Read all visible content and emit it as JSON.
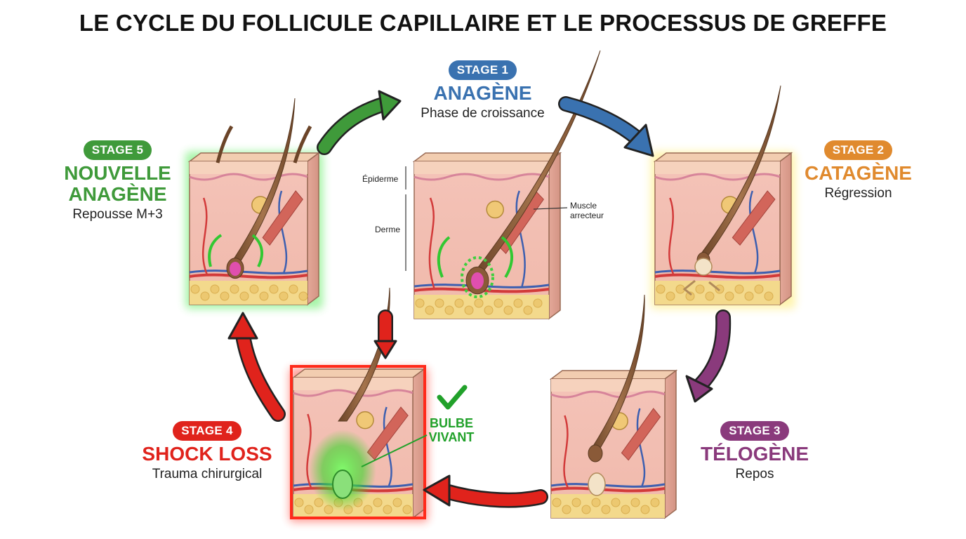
{
  "title": "LE CYCLE DU FOLLICULE CAPILLAIRE ET LE PROCESSUS DE GREFFE",
  "colors": {
    "blue": "#3a72b0",
    "orange": "#e08a2e",
    "purple": "#8a3a7c",
    "red": "#e0231c",
    "green": "#3f9a3a"
  },
  "stages": [
    {
      "badge": "STAGE 1",
      "name": "ANAGÈNE",
      "subtitle": "Phase de croissance"
    },
    {
      "badge": "STAGE 2",
      "name": "CATAGÈNE",
      "subtitle": "Régression"
    },
    {
      "badge": "STAGE 3",
      "name": "TÉLOGÈNE",
      "subtitle": "Repos"
    },
    {
      "badge": "STAGE 4",
      "name": "SHOCK LOSS",
      "subtitle": "Trauma chirurgical"
    },
    {
      "badge": "STAGE 5",
      "name": "NOUVELLE\nANAGÈNE",
      "subtitle": "Repousse M+3"
    }
  ],
  "annotations": {
    "epiderme": "Épiderme",
    "derme": "Derme",
    "muscle": "Muscle\narrecteur",
    "bulbe": "BULBE\nVIVANT"
  }
}
